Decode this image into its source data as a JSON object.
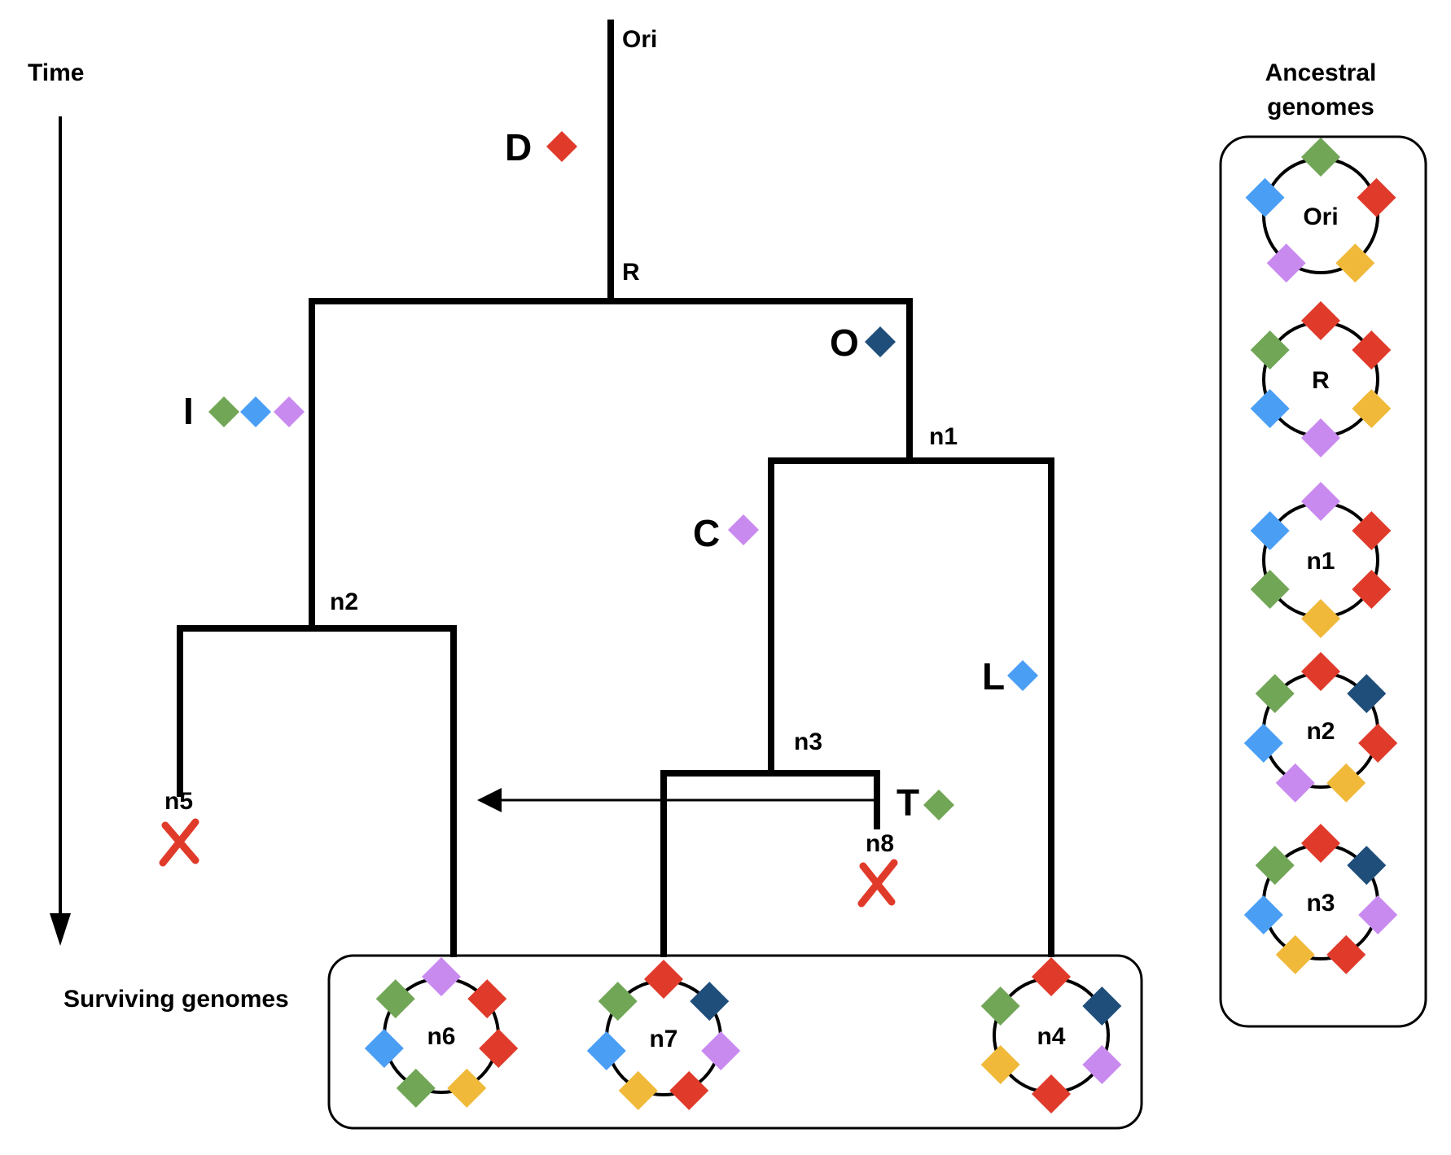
{
  "time_label": "Time",
  "surviving_label": "Surviving genomes",
  "ancestral_title": [
    "Ancestral",
    "genomes"
  ],
  "colors": {
    "red": "#e03b2a",
    "green": "#72a657",
    "blue": "#4a9ff5",
    "purple": "#c98af0",
    "yellow": "#f0b93a",
    "navy": "#1f4e7a",
    "black": "#000000"
  },
  "tree_nodes": [
    "Ori",
    "R",
    "n1",
    "n2",
    "n3",
    "n5",
    "n8"
  ],
  "events": [
    {
      "label": "D",
      "genes": [
        "red"
      ]
    },
    {
      "label": "O",
      "genes": [
        "navy"
      ]
    },
    {
      "label": "I",
      "genes": [
        "green",
        "blue",
        "purple"
      ]
    },
    {
      "label": "C",
      "genes": [
        "purple"
      ]
    },
    {
      "label": "L",
      "genes": [
        "blue"
      ]
    },
    {
      "label": "T",
      "genes": [
        "green"
      ]
    }
  ],
  "extinct_lineages": [
    "n5",
    "n8"
  ],
  "surviving_genomes": [
    {
      "label": "n6",
      "genes": [
        "purple",
        "red",
        "red",
        "yellow",
        "green",
        "blue",
        "green"
      ]
    },
    {
      "label": "n7",
      "genes": [
        "red",
        "navy",
        "purple",
        "red",
        "yellow",
        "blue",
        "green"
      ]
    },
    {
      "label": "n4",
      "genes": [
        "red",
        "navy",
        "purple",
        "red",
        "yellow",
        "green"
      ]
    }
  ],
  "ancestral_genomes": [
    {
      "label": "Ori",
      "genes": [
        "green",
        "red",
        "yellow",
        "purple",
        "blue"
      ]
    },
    {
      "label": "R",
      "genes": [
        "red",
        "red",
        "yellow",
        "purple",
        "blue",
        "green"
      ]
    },
    {
      "label": "n1",
      "genes": [
        "purple",
        "red",
        "red",
        "yellow",
        "green",
        "blue"
      ]
    },
    {
      "label": "n2",
      "genes": [
        "red",
        "navy",
        "red",
        "yellow",
        "purple",
        "blue",
        "green"
      ]
    },
    {
      "label": "n3",
      "genes": [
        "red",
        "navy",
        "purple",
        "red",
        "yellow",
        "blue",
        "green"
      ]
    }
  ]
}
